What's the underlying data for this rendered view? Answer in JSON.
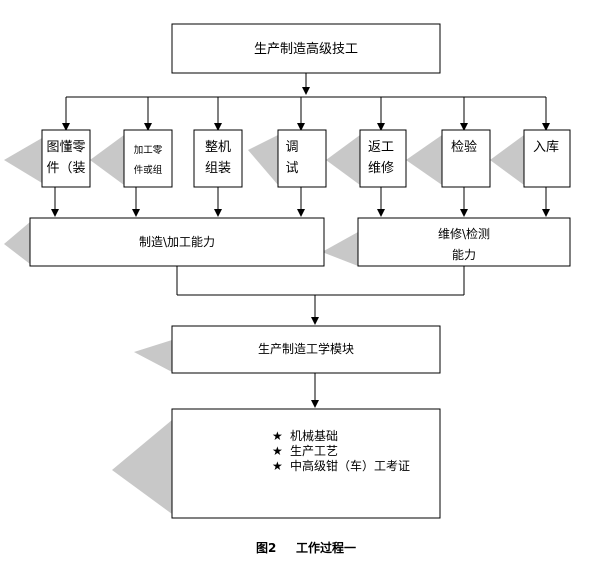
{
  "top": {
    "title": "生产制造高级技工"
  },
  "tasks": [
    {
      "line1": "图懂零",
      "line2": "件（装"
    },
    {
      "line1": "加工零",
      "line2": "件或组"
    },
    {
      "line1": "整机",
      "line2": "组装"
    },
    {
      "line1": "调",
      "line2": "试"
    },
    {
      "line1": "返工",
      "line2": "维修"
    },
    {
      "line1": "检验",
      "line2": ""
    },
    {
      "line1": "入库",
      "line2": ""
    }
  ],
  "abilities": {
    "manufacturing": "制造\\加工能力",
    "maintenance_line1": "维修\\检测",
    "maintenance_line2": "能力"
  },
  "module": {
    "title": "生产制造工学模块"
  },
  "courses": {
    "bullet": "★",
    "items": [
      "机械基础",
      "生产工艺",
      "中高级钳（车）工考证"
    ]
  },
  "caption": {
    "fig": "图2",
    "title": "工作过程一"
  }
}
